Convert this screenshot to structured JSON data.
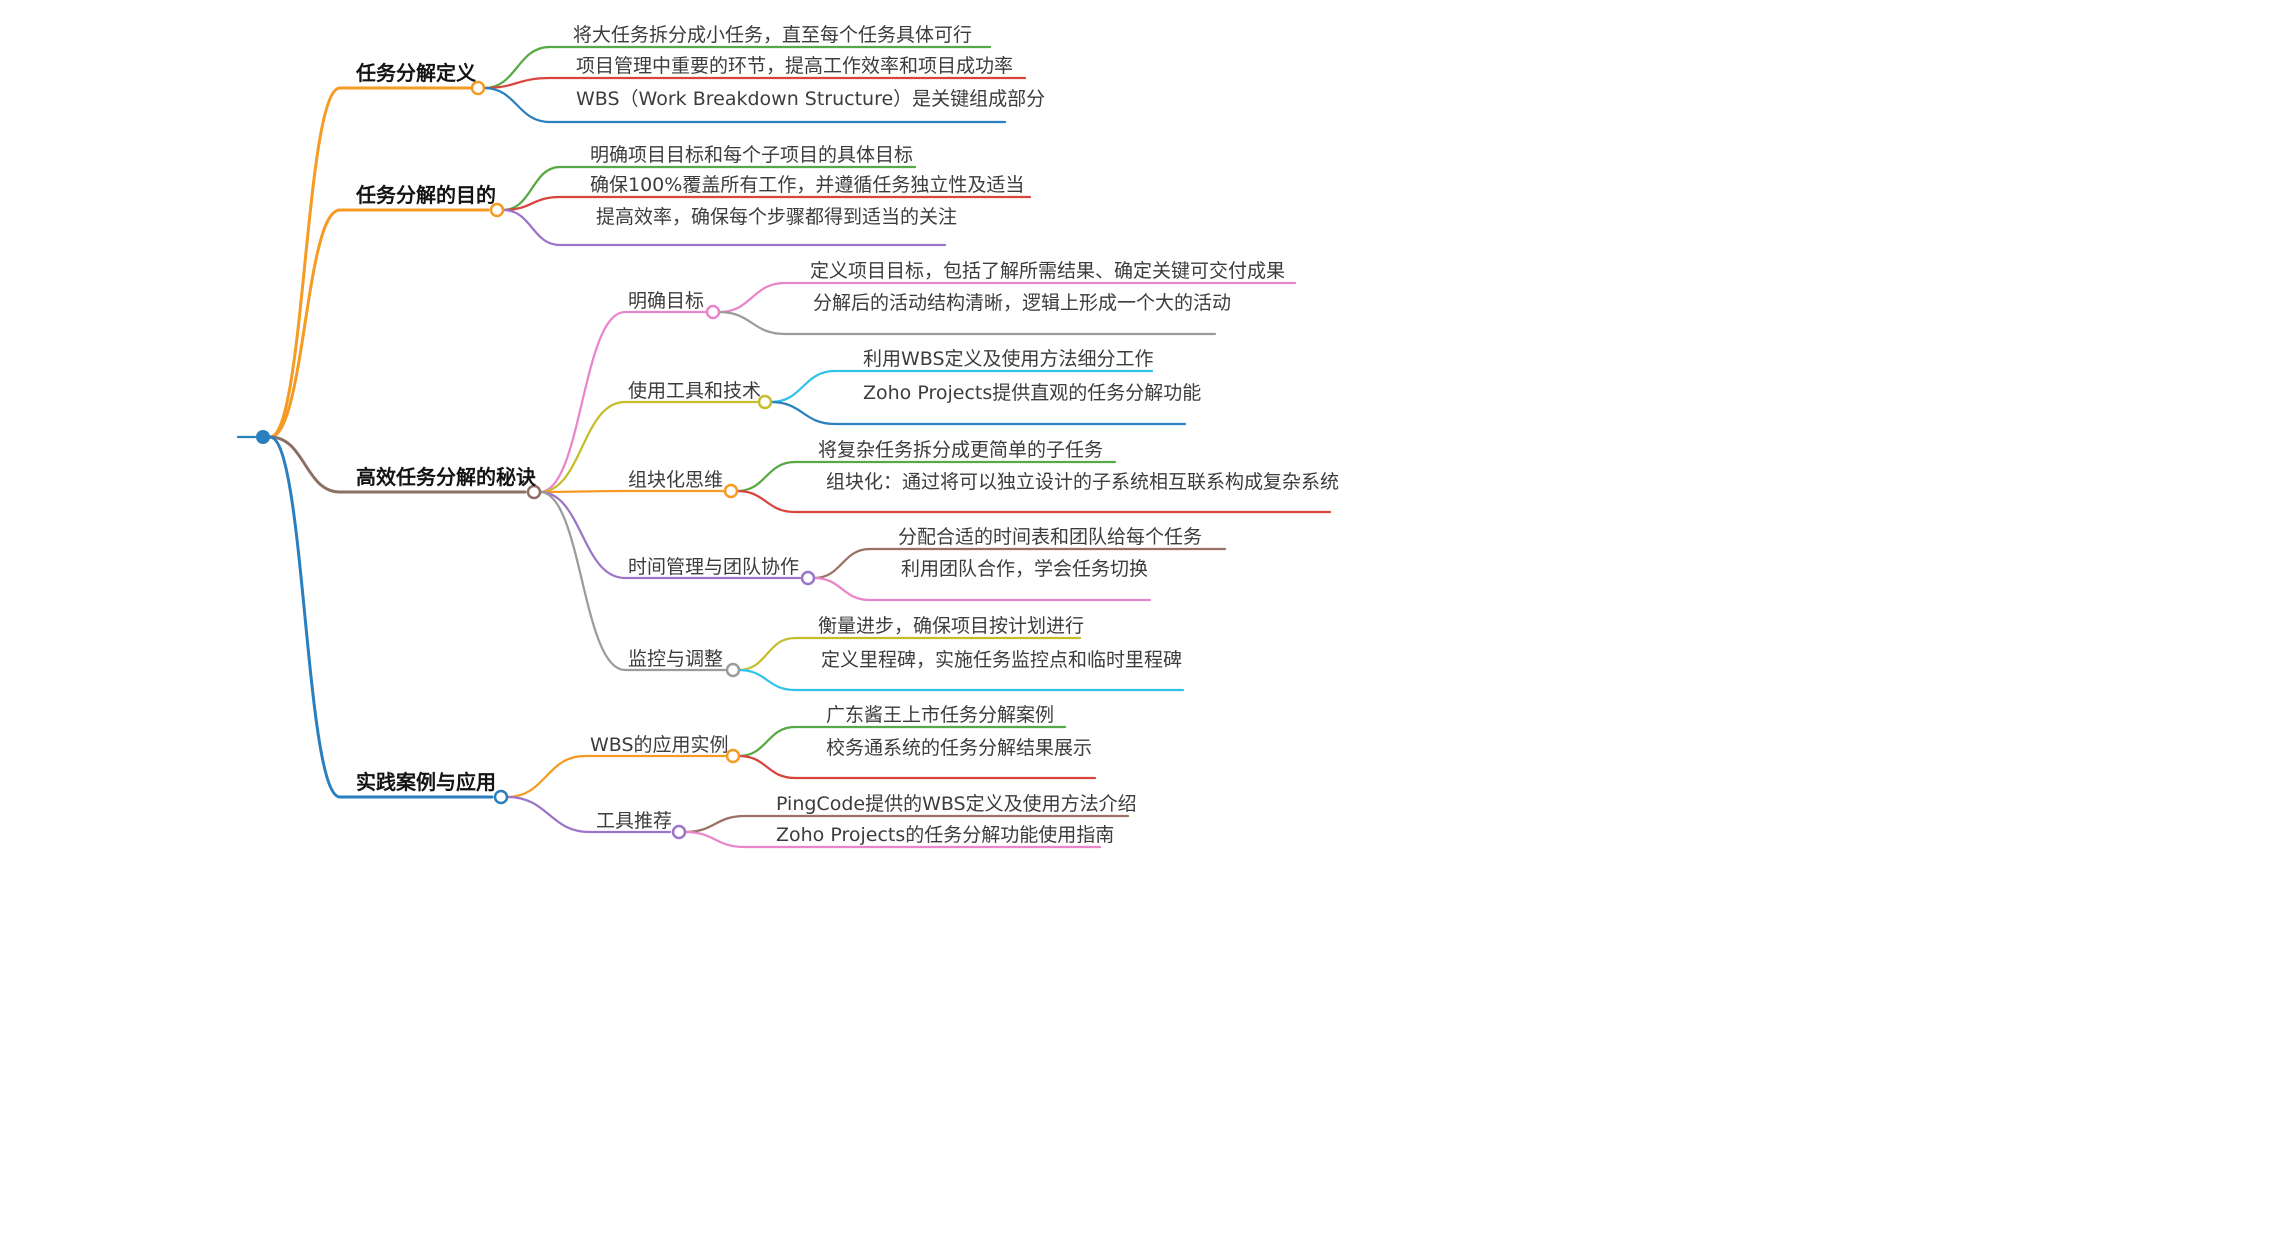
{
  "diagram": {
    "type": "mindmap",
    "topic": "任务分解"
  },
  "palette": {
    "orange": "#f59a23",
    "green": "#56a945",
    "red": "#d8453e",
    "blue": "#2a7fbf",
    "purple": "#9e74c9",
    "pink": "#e985cb",
    "yellow": "#c6bd2c",
    "cyan": "#30c3ea",
    "brown": "#9a7164",
    "dark_brown": "#8c6f63",
    "gray": "#9b9b9b",
    "text": "#3c3c3c"
  },
  "branches": [
    {
      "label": "任务分解定义",
      "color": "orange",
      "leaves": [
        {
          "text": "将大任务拆分成小任务，直至每个任务具体可行",
          "color": "green"
        },
        {
          "text": "项目管理中重要的环节，提高工作效率和项目成功率",
          "color": "red"
        },
        {
          "text": "WBS（Work Breakdown Structure）是关键组成部分",
          "color": "blue"
        }
      ]
    },
    {
      "label": "任务分解的目的",
      "color": "orange",
      "leaves": [
        {
          "text": "明确项目目标和每个子项目的具体目标",
          "color": "green"
        },
        {
          "text": "确保100%覆盖所有工作，并遵循任务独立性及适当",
          "color": "red"
        },
        {
          "text": "提高效率，确保每个步骤都得到适当的关注",
          "color": "purple"
        }
      ]
    },
    {
      "label": "高效任务分解的秘诀",
      "color": "dark_brown",
      "children": [
        {
          "label": "明确目标",
          "color": "pink",
          "leaves": [
            {
              "text": "定义项目目标，包括了解所需结果、确定关键可交付成果",
              "color": "pink"
            },
            {
              "text": "分解后的活动结构清晰，逻辑上形成一个大的活动",
              "color": "gray"
            }
          ]
        },
        {
          "label": "使用工具和技术",
          "color": "yellow",
          "leaves": [
            {
              "text": "利用WBS定义及使用方法细分工作",
              "color": "cyan"
            },
            {
              "text": "Zoho Projects提供直观的任务分解功能",
              "color": "blue"
            }
          ]
        },
        {
          "label": "组块化思维",
          "color": "orange",
          "leaves": [
            {
              "text": "将复杂任务拆分成更简单的子任务",
              "color": "green"
            },
            {
              "text": "组块化：通过将可以独立设计的子系统相互联系构成复杂系统",
              "color": "red"
            }
          ]
        },
        {
          "label": "时间管理与团队协作",
          "color": "purple",
          "leaves": [
            {
              "text": "分配合适的时间表和团队给每个任务",
              "color": "brown"
            },
            {
              "text": "利用团队合作，学会任务切换",
              "color": "pink"
            }
          ]
        },
        {
          "label": "监控与调整",
          "color": "gray",
          "leaves": [
            {
              "text": "衡量进步，确保项目按计划进行",
              "color": "yellow"
            },
            {
              "text": "定义里程碑，实施任务监控点和临时里程碑",
              "color": "cyan"
            }
          ]
        }
      ]
    },
    {
      "label": "实践案例与应用",
      "color": "blue",
      "children": [
        {
          "label": "WBS的应用实例",
          "color": "orange",
          "leaves": [
            {
              "text": "广东酱王上市任务分解案例",
              "color": "green"
            },
            {
              "text": "校务通系统的任务分解结果展示",
              "color": "red"
            }
          ]
        },
        {
          "label": "工具推荐",
          "color": "purple",
          "leaves": [
            {
              "text": "PingCode提供的WBS定义及使用方法介绍",
              "color": "brown"
            },
            {
              "text": "Zoho Projects的任务分解功能使用指南",
              "color": "pink"
            }
          ]
        }
      ]
    }
  ]
}
